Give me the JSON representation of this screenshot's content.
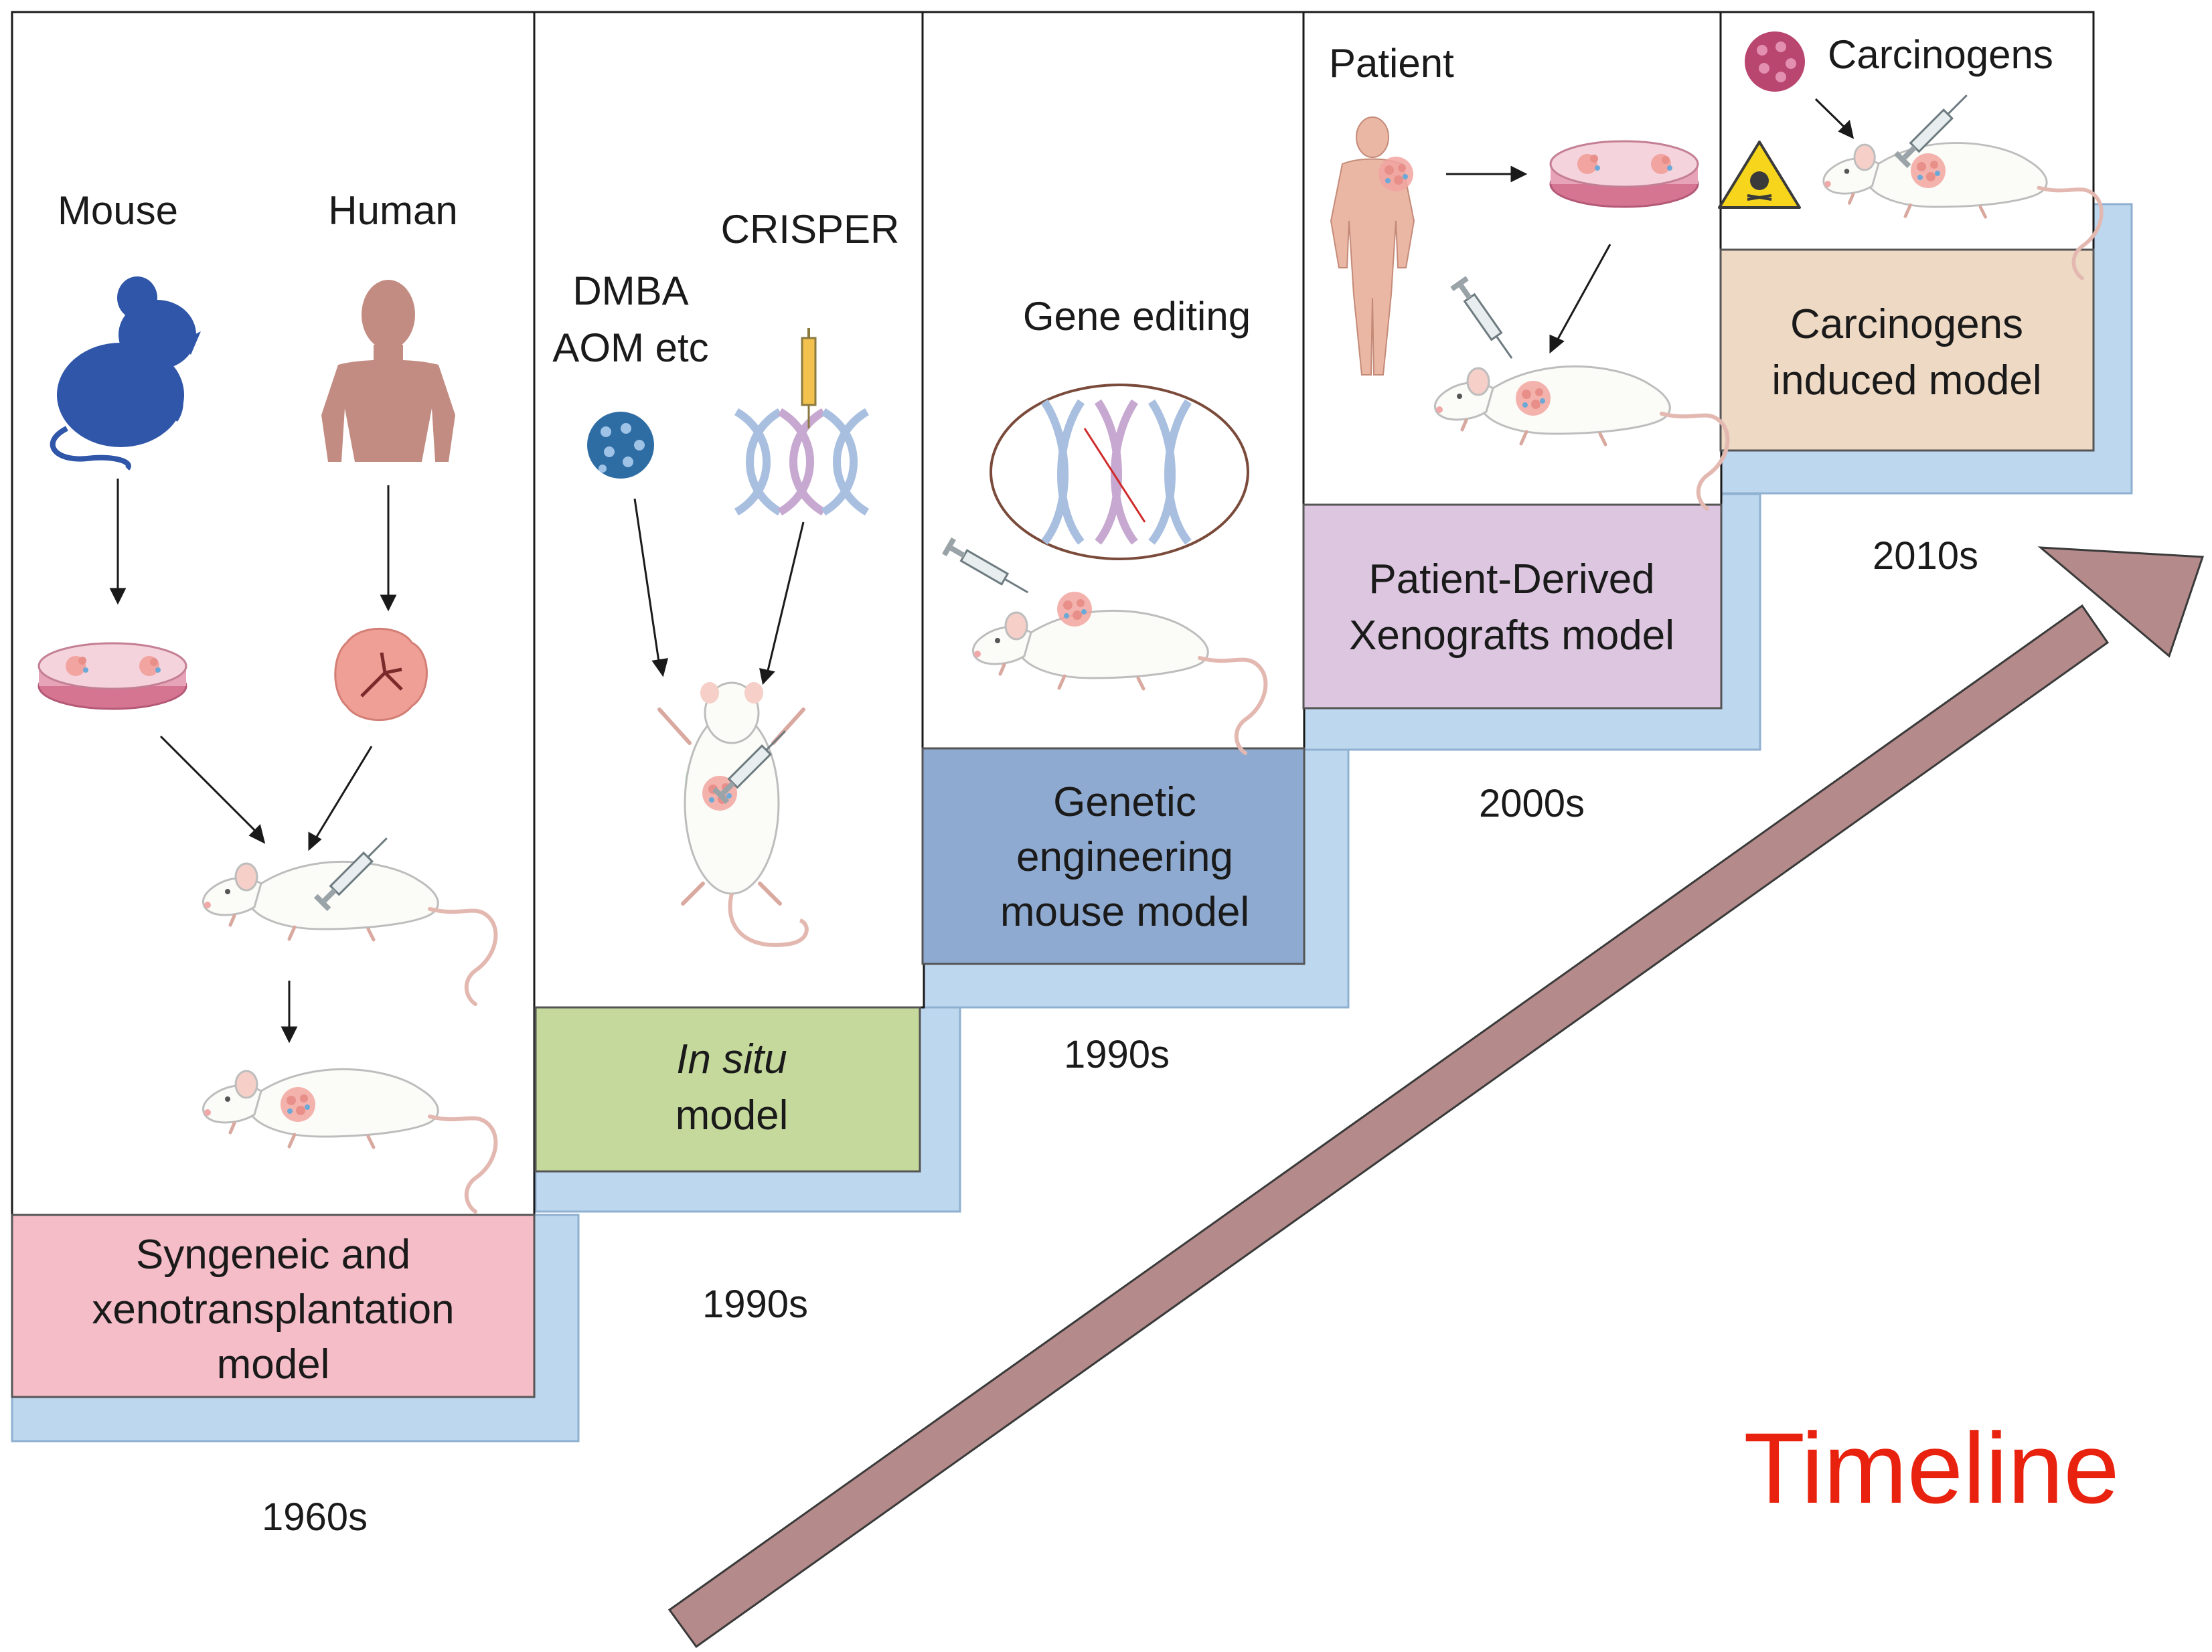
{
  "stages": [
    {
      "title_lines": [
        "Syngeneic and",
        "xenotransplantation",
        "model"
      ],
      "era": "1960s",
      "labels": [
        "Mouse",
        "Human"
      ],
      "colors": {
        "label_fill": "#f4bdc8",
        "shadow": "#bdd7ee"
      }
    },
    {
      "title_lines": [
        "In situ",
        "model"
      ],
      "era": "1990s",
      "labels": [
        "CRISPER",
        "DMBA",
        "AOM etc"
      ],
      "colors": {
        "label_fill": "#c5d99c",
        "shadow": "#bdd7ee"
      }
    },
    {
      "title_lines": [
        "Genetic",
        "engineering",
        "mouse model"
      ],
      "era": "1990s",
      "labels": [
        "Gene editing"
      ],
      "colors": {
        "label_fill": "#8faad1",
        "shadow": "#bdd7ee"
      }
    },
    {
      "title_lines": [
        "Patient-Derived",
        "Xenografts model"
      ],
      "era": "2000s",
      "labels": [
        "Patient"
      ],
      "colors": {
        "label_fill": "#dcc6e0",
        "shadow": "#bdd7ee"
      }
    },
    {
      "title_lines": [
        "Carcinogens",
        "induced model"
      ],
      "era": "2010s",
      "labels": [
        "Carcinogens"
      ],
      "colors": {
        "label_fill": "#eed9c4",
        "shadow": "#bdd7ee"
      }
    }
  ],
  "timeline": {
    "label": "Timeline",
    "text_color": "#e8220e",
    "arrow_color": "#b58a8a"
  },
  "icons": [
    "mouse-silhouette-icon",
    "human-silhouette-icon",
    "petri-dish-icon",
    "tumor-tissue-icon",
    "lab-mouse-icon",
    "syringe-icon",
    "virus-particle-icon",
    "dna-helix-icon",
    "human-body-icon",
    "hazard-warning-icon"
  ]
}
